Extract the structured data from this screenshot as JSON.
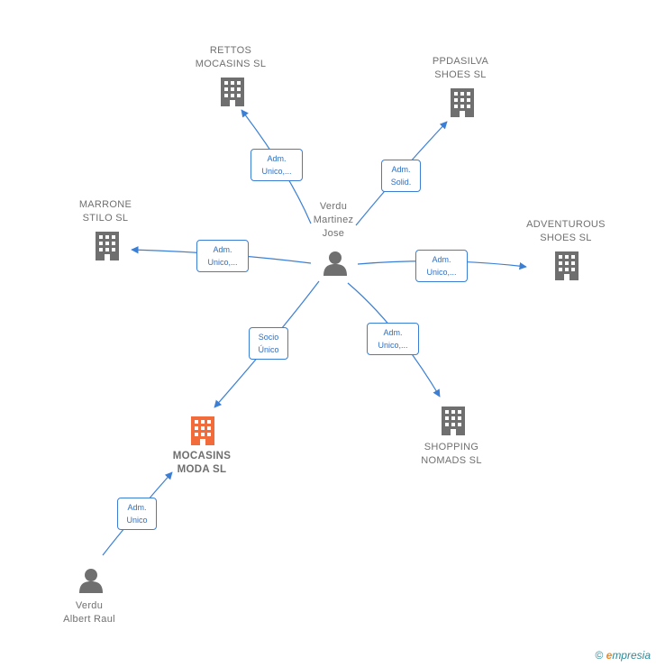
{
  "nodes": {
    "rettos": {
      "label": "RETTOS\nMOCASINS  SL",
      "type": "company"
    },
    "ppdasilva": {
      "label": "PPDASILVA\nSHOES SL",
      "type": "company"
    },
    "marrone": {
      "label": "MARRONE\nSTILO  SL",
      "type": "company"
    },
    "adventurous": {
      "label": "ADVENTUROUS\nSHOES SL",
      "type": "company"
    },
    "mocasins_moda": {
      "label": "MOCASINS\nMODA  SL",
      "type": "company-focus"
    },
    "shopping": {
      "label": "SHOPPING\nNOMADS  SL",
      "type": "company"
    },
    "verdu_jose": {
      "label": "Verdu\nMartinez\nJose",
      "type": "person"
    },
    "verdu_raul": {
      "label": "Verdu\nAlbert Raul",
      "type": "person"
    }
  },
  "edges": {
    "to_rettos": "Adm.\nUnico,...",
    "to_ppdasilva": "Adm.\nSolid.",
    "to_marrone": "Adm.\nUnico,...",
    "to_adventurous": "Adm.\nUnico,...",
    "to_mocasins": "Socio\nÚnico",
    "to_shopping": "Adm.\nUnico,...",
    "raul_to_mocasins": "Adm.\nUnico"
  },
  "brand": {
    "copyright": "©",
    "first_letter": "e",
    "rest": "mpresia"
  },
  "colors": {
    "company": "#6f6f6f",
    "focus": "#f26b3a",
    "edge": "#3a7fd5",
    "person": "#6f6f6f"
  }
}
